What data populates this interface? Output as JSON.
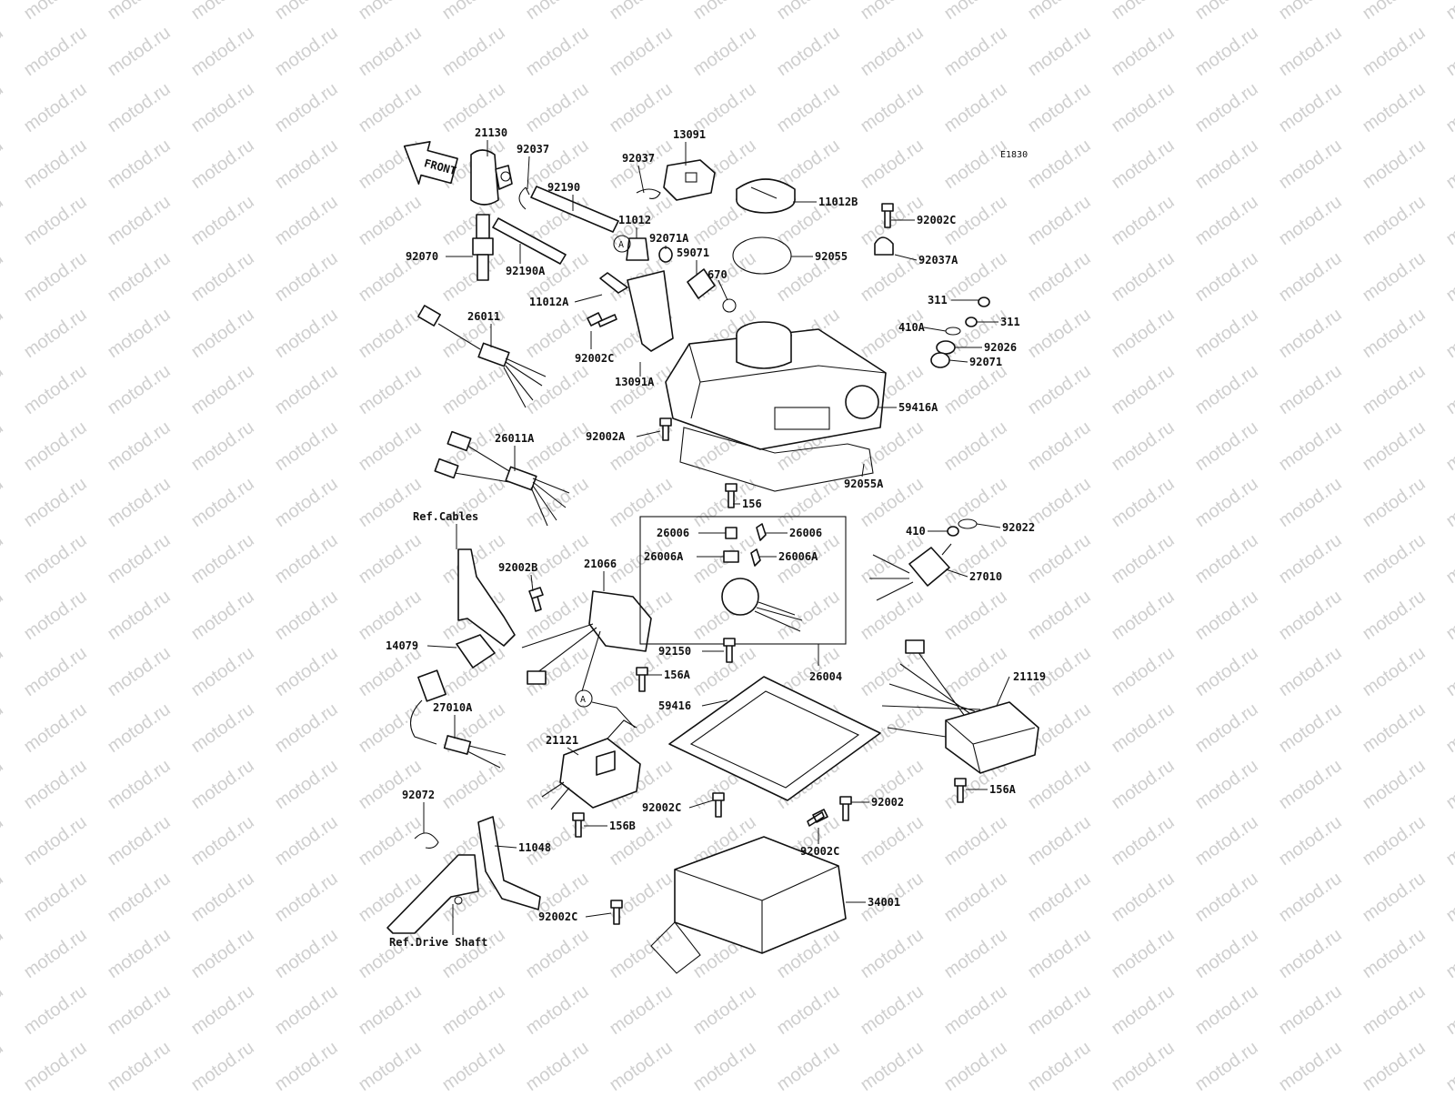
{
  "diagram_code": "E1830",
  "watermark": "motod.ru",
  "front_arrow": "FRONT",
  "circle_marker": "A",
  "ref_labels": {
    "cables": "Ref.Cables",
    "drive_shaft": "Ref.Drive Shaft"
  },
  "part_numbers": {
    "p21130": "21130",
    "p92037_a": "92037",
    "p92037_b": "92037",
    "p13091": "13091",
    "p11012B": "11012B",
    "p92002C_a": "92002C",
    "p92190": "92190",
    "p11012": "11012",
    "p92071A": "92071A",
    "p59071": "59071",
    "p670": "670",
    "p92055": "92055",
    "p92037A": "92037A",
    "p92070": "92070",
    "p92190A": "92190A",
    "p11012A": "11012A",
    "p311_a": "311",
    "p311_b": "311",
    "p410A": "410A",
    "p92026": "92026",
    "p92071": "92071",
    "p26011": "26011",
    "p92002C_b": "92002C",
    "p13091A": "13091A",
    "p59416A": "59416A",
    "p92002A": "92002A",
    "p92055A": "92055A",
    "p26011A": "26011A",
    "p156": "156",
    "p26006_a": "26006",
    "p26006_b": "26006",
    "p26006A_a": "26006A",
    "p26006A_b": "26006A",
    "p410": "410",
    "p92022": "92022",
    "p92002B": "92002B",
    "p21066": "21066",
    "p27010": "27010",
    "p14079": "14079",
    "p92150": "92150",
    "p156A_a": "156A",
    "p26004": "26004",
    "p21119": "21119",
    "p59416": "59416",
    "p27010A": "27010A",
    "p21121": "21121",
    "p156A_b": "156A",
    "p92072": "92072",
    "p92002C_c": "92002C",
    "p92002": "92002",
    "p156B": "156B",
    "p11048": "11048",
    "p92002C_d": "92002C",
    "p34001": "34001",
    "p92002C_e": "92002C"
  }
}
